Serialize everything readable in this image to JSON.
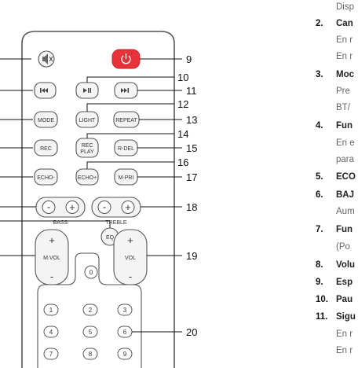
{
  "remote": {
    "buttons": {
      "mute_icon": "speaker-mute-icon",
      "power_icon": "power-icon",
      "prev_icon": "skip-back-icon",
      "playpause_icon": "play-pause-icon",
      "next_icon": "skip-forward-icon",
      "mode": "MODE",
      "light": "LIGHT",
      "repeat": "REPEAT",
      "rec": "REC",
      "rec_play_1": "REC",
      "rec_play_2": "PLAY",
      "r_del": "R-DEL",
      "echo_minus": "ECHO-",
      "echo_plus": "ECHO+",
      "m_pri": "M-PRI",
      "bass": "BASS",
      "treble": "TREBLE",
      "eq": "EQ",
      "m_vol": "M.VOL",
      "vol": "VOL",
      "plus": "+",
      "minus": "-",
      "key_0": "0",
      "digits": [
        "1",
        "2",
        "3",
        "4",
        "5",
        "6",
        "7",
        "8",
        "9"
      ]
    },
    "callouts": {
      "c9": "9",
      "c10": "10",
      "c11": "11",
      "c12": "12",
      "c13": "13",
      "c14": "14",
      "c15": "15",
      "c16": "16",
      "c17": "17",
      "c18": "18",
      "c19": "19",
      "c20": "20"
    },
    "colors": {
      "power_red": "#e8323a",
      "body_outline": "#555555",
      "button_fill": "#f4f4f4"
    }
  },
  "manual": {
    "lines": [
      {
        "num": "",
        "text": "Disp"
      },
      {
        "num": "2.",
        "text": "Can"
      },
      {
        "num": "",
        "text": "En r"
      },
      {
        "num": "",
        "text": "En r"
      },
      {
        "num": "3.",
        "text": "Moc"
      },
      {
        "num": "",
        "text": "Pre"
      },
      {
        "num": "",
        "text": "BT/"
      },
      {
        "num": "4.",
        "text": "Fun"
      },
      {
        "num": "",
        "text": "En e"
      },
      {
        "num": "",
        "text": "para"
      },
      {
        "num": "5.",
        "text": "ECO"
      },
      {
        "num": "6.",
        "text": "BAJ"
      },
      {
        "num": "",
        "text": "Aum"
      },
      {
        "num": "7.",
        "text": "Fun"
      },
      {
        "num": "",
        "text": "(Po"
      },
      {
        "num": "8.",
        "text": "Volu"
      },
      {
        "num": "9.",
        "text": "Esp"
      },
      {
        "num": "10.",
        "text": "Pau"
      },
      {
        "num": "11.",
        "text": "Sigu"
      },
      {
        "num": "",
        "text": "En r"
      },
      {
        "num": "",
        "text": "En r"
      }
    ]
  }
}
